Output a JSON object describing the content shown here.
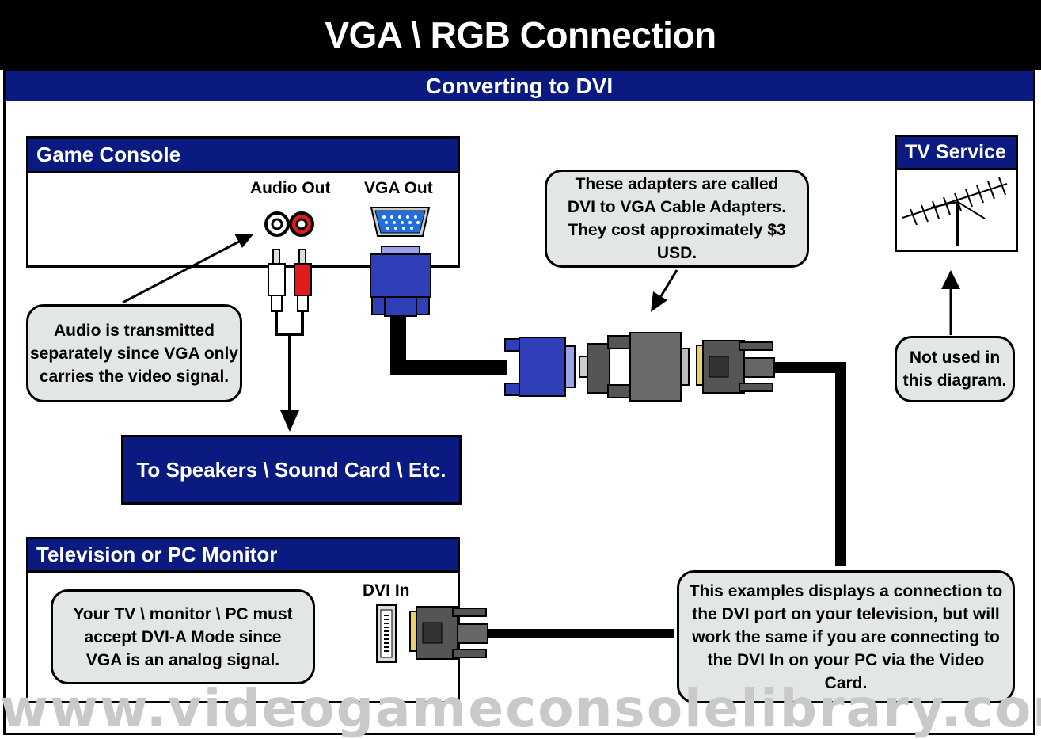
{
  "title": "VGA \\ RGB Connection",
  "subtitle": "Converting to DVI",
  "game_console": {
    "heading": "Game Console",
    "audio_out_label": "Audio Out",
    "vga_out_label": "VGA Out"
  },
  "tv_service": {
    "heading": "TV Service",
    "note": "Not used in this diagram."
  },
  "television": {
    "heading": "Television or PC Monitor",
    "dvi_in_label": "DVI In",
    "note": "Your TV \\ monitor \\ PC must accept DVI-A Mode since VGA is an analog signal."
  },
  "callouts": {
    "audio": "Audio is transmitted separately since VGA only carries the video signal.",
    "adapters": "These adapters are called DVI to VGA Cable Adapters.  They cost approximately $3 USD.",
    "example": "This examples displays a connection to the DVI port on your television, but will work the same if you are connecting to the DVI In on your PC via the Video Card."
  },
  "speakers_label": "To Speakers \\ Sound Card \\ Etc.",
  "watermark": "www.videogameconsolelibrary.com",
  "colors": {
    "navy": "#0b1a80",
    "vga_blue": "#2f3fb8",
    "callout_fill": "#e3e6e6",
    "audio_red": "#e01b1b",
    "dvi_gray": "#555555"
  },
  "icons": [
    "rca-jacks-icon",
    "vga-port-icon",
    "vga-plug-icon",
    "rca-plugs-icon",
    "dvi-adapter-icon",
    "dvi-plug-icon",
    "dvi-port-icon",
    "antenna-icon",
    "arrow-icon"
  ]
}
